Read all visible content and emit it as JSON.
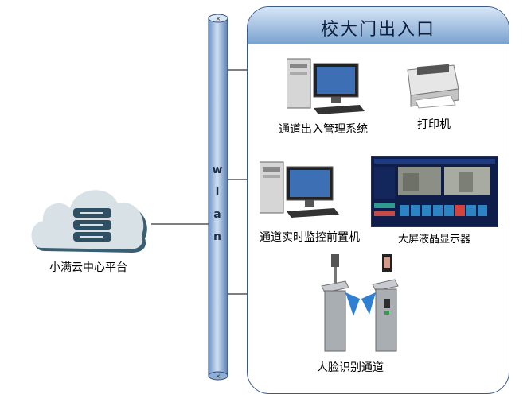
{
  "panel": {
    "title": "校大门出入口"
  },
  "network": {
    "letters": [
      "w",
      "l",
      "a",
      "n"
    ]
  },
  "cloud": {
    "label": "小满云中心平台"
  },
  "devices": {
    "management": "通道出入管理系统",
    "printer": "打印机",
    "monitor_pc": "通道实时监控前置机",
    "display": "大屏液晶显示器",
    "face_gate": "人脸识别通道"
  }
}
